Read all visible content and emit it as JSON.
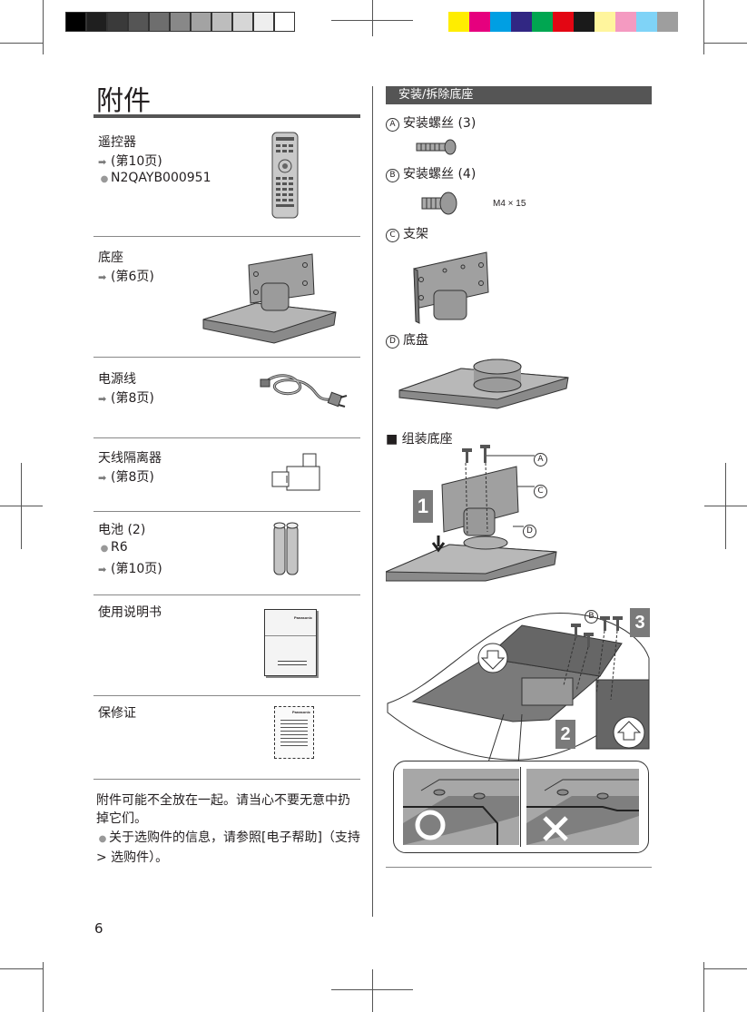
{
  "page_title": "附件",
  "page_number": "6",
  "color_bar": {
    "grays": [
      "#000000",
      "#1f1f1f",
      "#3a3a3a",
      "#555555",
      "#6e6e6e",
      "#888888",
      "#a3a3a3",
      "#bdbdbd",
      "#d6d6d6",
      "#eeeeee",
      "#ffffff"
    ],
    "colors": [
      "#ffed00",
      "#e6007e",
      "#009fe3",
      "#312783",
      "#00a651",
      "#e30613",
      "#1a1a1a",
      "#fff59d",
      "#f49ac1",
      "#7fd3f7",
      "#9e9e9e"
    ]
  },
  "accessories": [
    {
      "title": "遥控器",
      "lines": [
        {
          "kind": "arrow",
          "text": "(第10页)"
        },
        {
          "kind": "bullet",
          "text": "N2QAYB000951"
        }
      ],
      "icon": "remote-control-icon"
    },
    {
      "title": "底座",
      "lines": [
        {
          "kind": "arrow",
          "text": "(第6页)"
        }
      ],
      "icon": "tv-stand-icon"
    },
    {
      "title": "电源线",
      "lines": [
        {
          "kind": "arrow",
          "text": "(第8页)"
        }
      ],
      "icon": "power-cord-icon"
    },
    {
      "title": "天线隔离器",
      "lines": [
        {
          "kind": "arrow",
          "text": "(第8页)"
        }
      ],
      "icon": "antenna-isolator-icon"
    },
    {
      "title": "电池 (2)",
      "lines": [
        {
          "kind": "bullet",
          "text": "R6"
        },
        {
          "kind": "arrow",
          "text": "(第10页)"
        }
      ],
      "icon": "batteries-icon"
    },
    {
      "title": "使用说明书",
      "lines": [],
      "icon": "manual-booklet-icon",
      "brand": "Panasonic"
    },
    {
      "title": "保修证",
      "lines": [],
      "icon": "warranty-card-icon",
      "brand": "Panasonic"
    }
  ],
  "notes": {
    "main": "附件可能不全放在一起。请当心不要无意中扔掉它们。",
    "bullet": "关于选购件的信息，请参照[电子帮助]（支持 > 选购件）。"
  },
  "stand_section": {
    "title": "安装/拆除底座",
    "parts": [
      {
        "mark": "A",
        "label": "安装螺丝 (3)",
        "icon": "screw-a-icon"
      },
      {
        "mark": "B",
        "label": "安装螺丝 (4)",
        "icon": "screw-b-icon",
        "size": "M4 × 15"
      },
      {
        "mark": "C",
        "label": "支架",
        "icon": "bracket-icon"
      },
      {
        "mark": "D",
        "label": "底盘",
        "icon": "base-plate-icon"
      }
    ],
    "assemble_heading": "■ 组装底座",
    "steps": [
      "1",
      "2",
      "3"
    ],
    "callouts": [
      "A",
      "C",
      "D",
      "B"
    ]
  }
}
